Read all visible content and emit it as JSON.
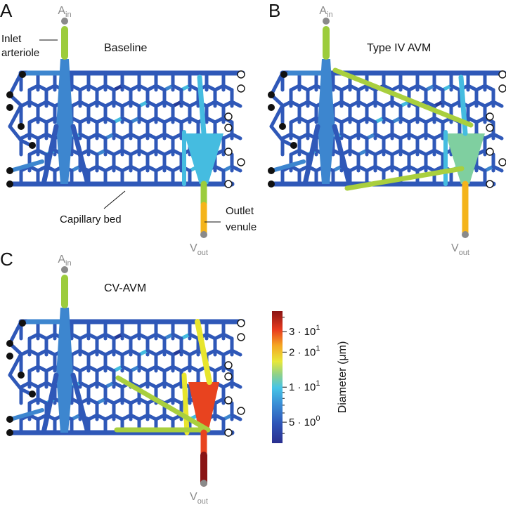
{
  "panels": [
    {
      "letter": "A",
      "title": "Baseline",
      "inlet": "A",
      "inlet_sub": "in",
      "outlet": "V",
      "outlet_sub": "out"
    },
    {
      "letter": "B",
      "title": "Type IV AVM",
      "inlet": "A",
      "inlet_sub": "in",
      "outlet": "V",
      "outlet_sub": "out"
    },
    {
      "letter": "C",
      "title": "CV-AVM",
      "inlet": "A",
      "inlet_sub": "in",
      "outlet": "V",
      "outlet_sub": "out"
    }
  ],
  "annotations": {
    "inlet_line1": "Inlet",
    "inlet_line2": "arteriole",
    "capillary": "Capillary bed",
    "outlet_line1": "Outlet",
    "outlet_line2": "venule"
  },
  "colorbar": {
    "label": "Diameter (μm)",
    "scale": "log",
    "ticks": [
      {
        "value": 5,
        "text": "5 · 10",
        "exp": "0"
      },
      {
        "value": 10,
        "text": "1 · 10",
        "exp": "1"
      },
      {
        "value": 20,
        "text": "2 · 10",
        "exp": "1"
      },
      {
        "value": 30,
        "text": "3 · 10",
        "exp": "1"
      }
    ],
    "colors": [
      "#2a2f8f",
      "#2e55b8",
      "#3a8fd6",
      "#47c4e6",
      "#8fd18a",
      "#e8e83a",
      "#f5a623",
      "#e83a1f",
      "#8a1414"
    ]
  },
  "vessel_colors": {
    "capillary": "#2f58b8",
    "capillary_light": "#3d86cf",
    "capillary_cyan": "#45bce0",
    "capillary_dark": "#243a96",
    "arteriole": "#9ccc3c",
    "venule": "#f4b41a",
    "avm_green": "#a9cf3e",
    "avm_yellow": "#e7e52d",
    "venule_red": "#e8431f",
    "venule_dark": "#8a1414"
  }
}
